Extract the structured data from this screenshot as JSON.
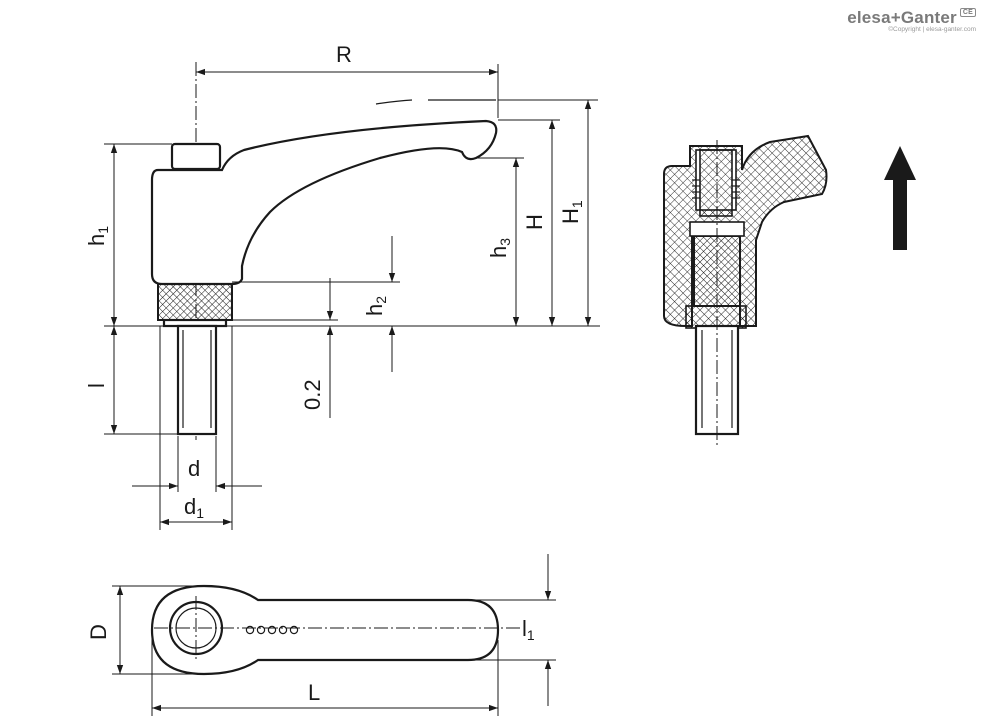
{
  "brand": {
    "name": "elesa+Ganter",
    "mark": "CE",
    "copyright": "©Copyright | elesa-ganter.com"
  },
  "dimensions": {
    "R": "R",
    "h1": "h",
    "h1_sub": "1",
    "H": "H",
    "H1": "H",
    "H1_sub": "1",
    "h3": "h",
    "h3_sub": "3",
    "h2": "h",
    "h2_sub": "2",
    "l": "l",
    "tol": "0.2",
    "d": "d",
    "d1": "d",
    "d1_sub": "1",
    "D": "D",
    "L": "L",
    "l1": "l",
    "l1_sub": "1"
  },
  "colors": {
    "line": "#1a1a1a",
    "brand": "#7a7a7a",
    "background": "#ffffff"
  },
  "icons": {
    "direction": "up-arrow-icon"
  }
}
